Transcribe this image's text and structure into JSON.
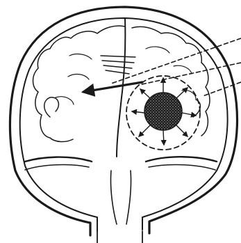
{
  "figure": {
    "ink_color": "#1a1a1a",
    "background_color": "#ffffff",
    "lesion_fill": "#1a1a1a",
    "elements": [
      "skull-outline",
      "dura-layer",
      "brain-cortex",
      "falx",
      "tentorium",
      "lesion",
      "edema-boundary",
      "radial-arrows",
      "midline-shift-arrow",
      "incoming-dashed-lines",
      "brainstem-exit"
    ]
  }
}
